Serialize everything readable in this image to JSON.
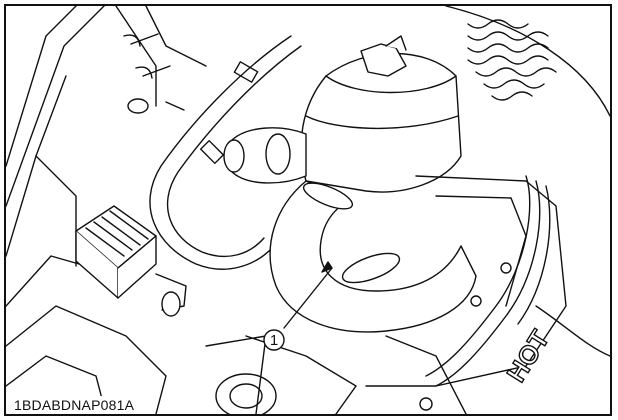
{
  "figure": {
    "code": "1BDABDNAP081A",
    "callout_label": "1",
    "hot_text": "HOT"
  }
}
